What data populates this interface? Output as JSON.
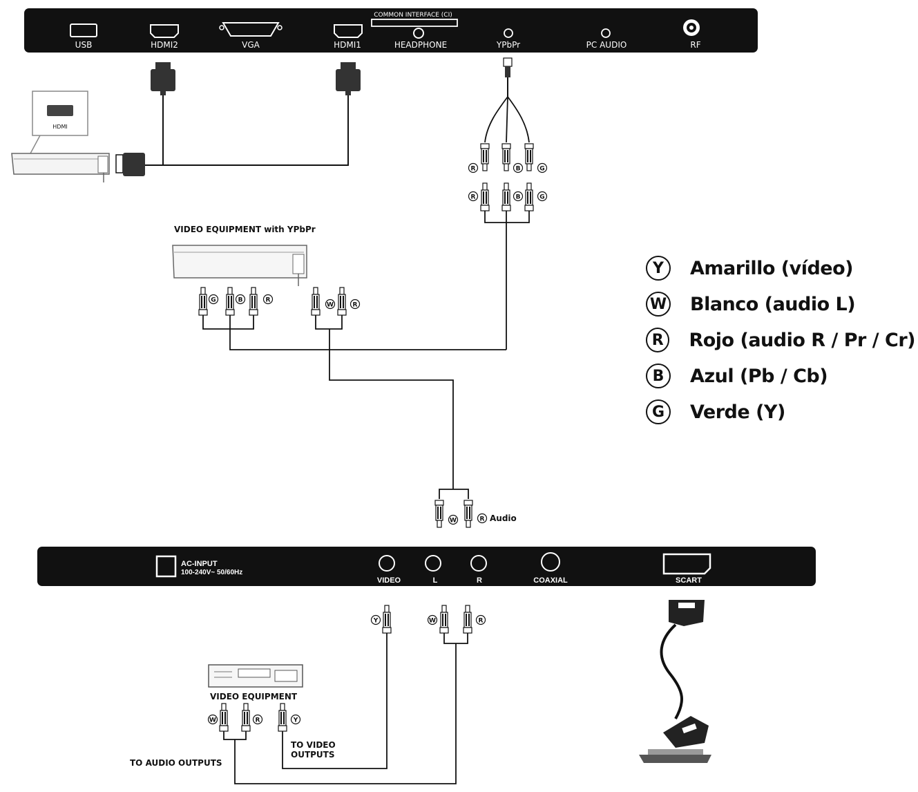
{
  "top_panel": {
    "common_interface": "COMMON INTERFACE (CI)",
    "ports": [
      "USB",
      "HDMI2",
      "VGA",
      "HDMI1",
      "HEADPHONE",
      "YPbPr",
      "PC AUDIO",
      "RF"
    ]
  },
  "bottom_panel": {
    "ac_input_line1": "AC-INPUT",
    "ac_input_line2": "100-240V~ 50/60Hz",
    "ports": [
      "VIDEO",
      "L",
      "R",
      "COAXIAL",
      "SCART"
    ]
  },
  "devices": {
    "hdmi_badge": "HDMI",
    "ypbpr_equipment": "VIDEO EQUIPMENT with YPbPr",
    "av_equipment": "VIDEO EQUIPMENT",
    "audio_label": "Audio",
    "to_video_line1": "TO VIDEO",
    "to_video_line2": "OUTPUTS",
    "to_audio": "TO AUDIO OUTPUTS"
  },
  "pin_letters": {
    "r": "R",
    "b": "B",
    "g": "G",
    "w": "W",
    "y": "Y"
  },
  "legend": [
    {
      "letter": "Y",
      "text": "Amarillo (vídeo)"
    },
    {
      "letter": "W",
      "text": "Blanco (audio L)"
    },
    {
      "letter": "R",
      "text": "Rojo (audio R / Pr / Cr)"
    },
    {
      "letter": "B",
      "text": "Azul (Pb / Cb)"
    },
    {
      "letter": "G",
      "text": "Verde (Y)"
    }
  ]
}
